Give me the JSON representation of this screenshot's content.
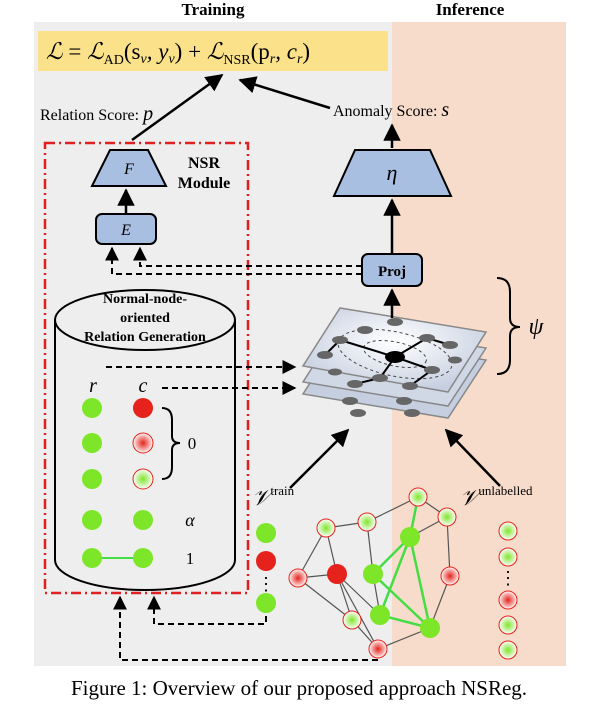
{
  "headers": {
    "training": "Training",
    "inference": "Inference"
  },
  "loss": {
    "L": "ℒ",
    "eq": " = ",
    "Lad": "ℒ",
    "ad_sub": "AD",
    "ad_args": "(s",
    "ad_v": "v",
    "ad_mid": ", y",
    "ad_v2": "v",
    "ad_close": ")",
    "plus": " + ",
    "Lnsr": "ℒ",
    "nsr_sub": "NSR",
    "nsr_args": "(p",
    "nsr_r": "r",
    "nsr_mid": ", c",
    "nsr_r2": "r",
    "nsr_close": ")"
  },
  "relation_score": {
    "label": "Relation Score: ",
    "symbol": "p"
  },
  "anomaly_score": {
    "label": "Anomaly Score: ",
    "symbol": "s"
  },
  "nsr_module": {
    "line1": "NSR",
    "line2": "Module"
  },
  "blocks": {
    "F": "F",
    "E": "E",
    "eta": "η",
    "proj": "Proj",
    "psi": "ψ"
  },
  "cylinder": {
    "title_line1": "Normal-node-",
    "title_line2": "oriented",
    "title_line3": "Relation Generation"
  },
  "relation_table": {
    "r_header": "r",
    "c_header": "c",
    "zero_label": "0",
    "alpha_label": "α",
    "one_label": "1"
  },
  "node_sets": {
    "train": {
      "symbol": "𝒱",
      "sup": "train"
    },
    "unlabelled": {
      "symbol": "𝒱",
      "sup": "unlabelled"
    },
    "ellipsis": "⋮"
  },
  "colors": {
    "training_bg": "#eeeeee",
    "inference_bg": "#f8dccb",
    "loss_box": "#fbe28a",
    "block_fill": "#a9bfe2",
    "normal_node": "#7ee629",
    "anomaly_node": "#e5221b",
    "dashed_red": "#e02020",
    "edge_green": "#44dd44"
  },
  "caption": "Figure 1: Overview of our proposed approach NSReg."
}
